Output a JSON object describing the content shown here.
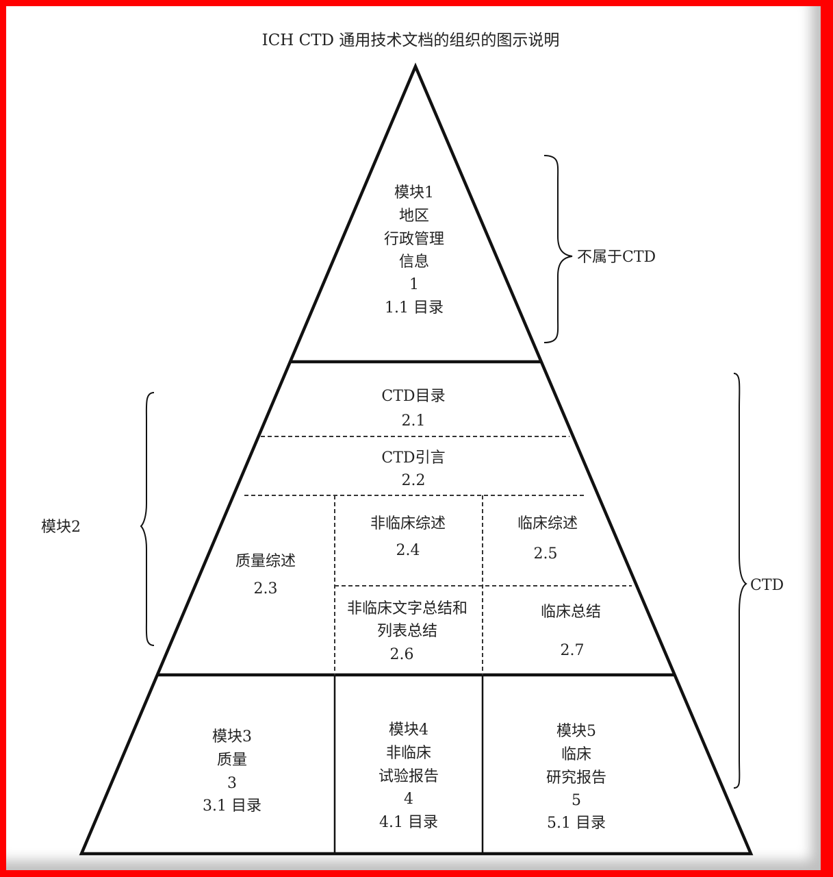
{
  "title": "ICH CTD 通用技术文档的组织的图示说明",
  "module1": {
    "lines": [
      "模块1",
      "地区",
      "行政管理",
      "信息",
      "1",
      "1.1  目录"
    ]
  },
  "not_ctd_label": "不属于CTD",
  "module2_label": "模块2",
  "ctd_label": "CTD",
  "section_2_1": {
    "lines": [
      "CTD目录",
      "2.1"
    ]
  },
  "section_2_2": {
    "lines": [
      "CTD引言",
      "2.2"
    ]
  },
  "section_2_3": {
    "lines": [
      "质量综述",
      "2.3"
    ]
  },
  "section_2_4": {
    "lines": [
      "非临床综述",
      "2.4"
    ]
  },
  "section_2_5": {
    "lines": [
      "临床综述",
      "2.5"
    ]
  },
  "section_2_6": {
    "lines": [
      "非临床文字总结和",
      "列表总结",
      "2.6"
    ]
  },
  "section_2_7": {
    "lines": [
      "临床总结",
      "2.7"
    ]
  },
  "module3": {
    "lines": [
      "模块3",
      "质量",
      "3",
      "3.1  目录"
    ]
  },
  "module4": {
    "lines": [
      "模块4",
      "非临床",
      "试验报告",
      "4",
      "4.1  目录"
    ]
  },
  "module5": {
    "lines": [
      "模块5",
      "临床",
      "研究报告",
      "5",
      "5.1  目录"
    ]
  },
  "colors": {
    "border": "#ff0000",
    "background": "#ffffff",
    "line": "#111111"
  }
}
